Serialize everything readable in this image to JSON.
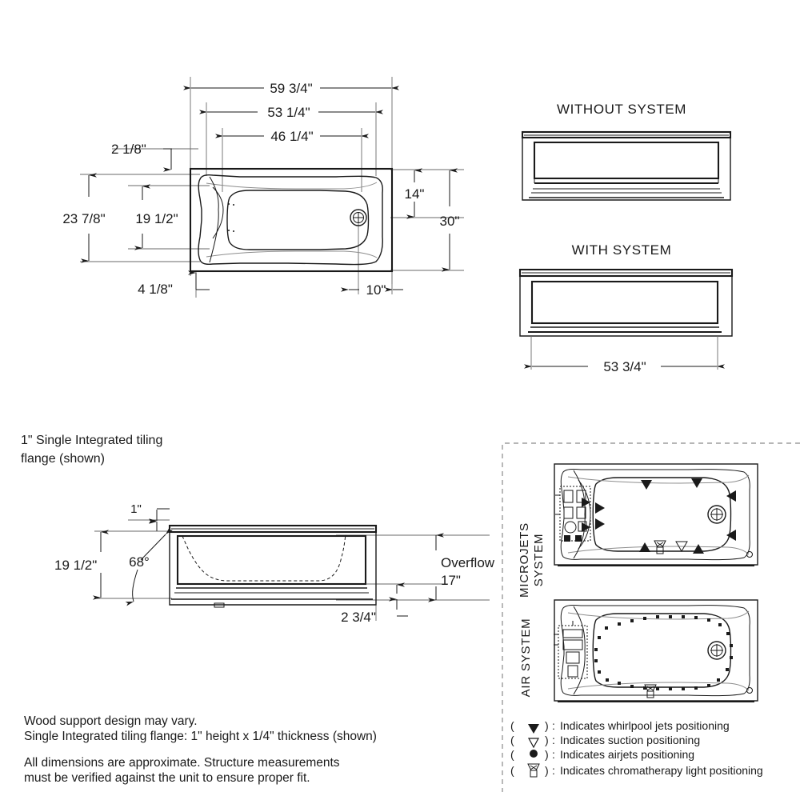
{
  "document": {
    "kind": "bathtub-specification-drawing",
    "background_color": "#ffffff",
    "line_color": "#1a1a1a",
    "extension_line_color": "#6a6a6a"
  },
  "plan_view": {
    "name": "top-plan-view",
    "dimensions": {
      "overall_length": "59 3/4\"",
      "flange_length": "53 1/4\"",
      "inner_length": "46 1/4\"",
      "top_offset": "2 1/8\"",
      "overall_width": "30\"",
      "flange_width": "23 7/8\"",
      "inner_width": "19 1/2\"",
      "drain_from_top": "14\"",
      "bottom_offset": "4 1/8\"",
      "drain_from_end": "10\""
    }
  },
  "elevations": {
    "without_system": {
      "title": "WITHOUT SYSTEM"
    },
    "with_system": {
      "title": "WITH SYSTEM",
      "width_dimension": "53 3/4\""
    }
  },
  "section_view": {
    "heading_line1": "1\" Single Integrated tiling",
    "heading_line2": "flange (shown)",
    "dimensions": {
      "flange_height": "1\"",
      "overall_height": "19 1/2\"",
      "flange_angle": "68°",
      "base_height": "2 3/4\"",
      "overflow_label": "Overflow",
      "overflow_height": "17\""
    }
  },
  "systems_panel": {
    "microjets": {
      "label_line1": "MICROJETS",
      "label_line2": "SYSTEM"
    },
    "air": {
      "label_line1": "AIR SYSTEM",
      "label_line2": ""
    },
    "legend": [
      {
        "symbol": "filled-triangle",
        "open": "(",
        "close": ")",
        "separator": ":",
        "text": "Indicates whirlpool jets positioning"
      },
      {
        "symbol": "open-triangle",
        "open": "(",
        "close": ")",
        "separator": ":",
        "text": "Indicates suction positioning"
      },
      {
        "symbol": "filled-circle",
        "open": "(",
        "close": ")",
        "separator": ":",
        "text": "Indicates airjets positioning"
      },
      {
        "symbol": "light-bulb",
        "open": "(",
        "close": ")",
        "separator": ":",
        "text": "Indicates chromatherapy light positioning"
      }
    ]
  },
  "notes": {
    "line1": "Wood support design may vary.",
    "line2": "Single Integrated tiling flange: 1\" height x 1/4\" thickness (shown)",
    "line3": "All dimensions are approximate. Structure measurements",
    "line4": "must be verified against the unit to ensure proper fit."
  }
}
